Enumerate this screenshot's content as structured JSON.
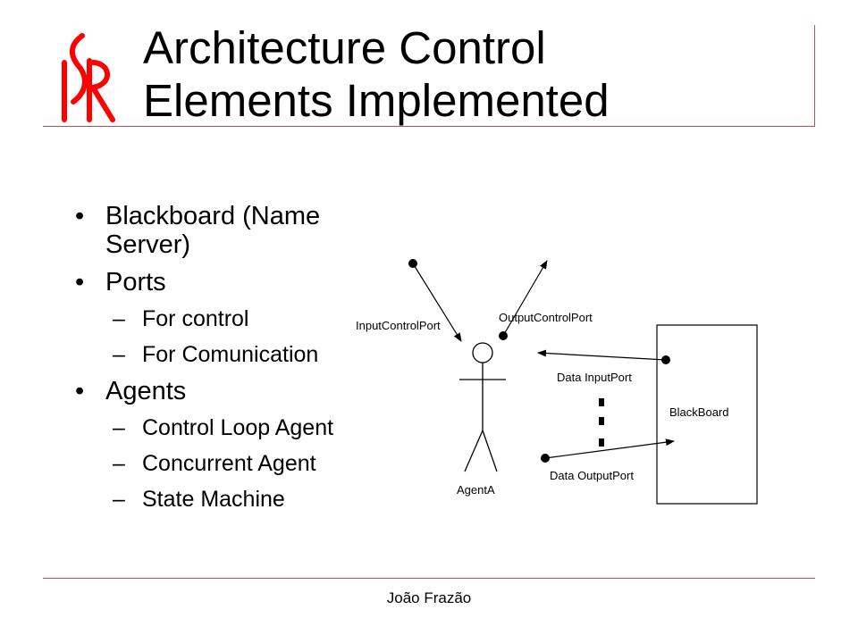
{
  "slide": {
    "title_line1": "Architecture Control",
    "title_line2": "Elements Implemented",
    "logo_text": "ISR",
    "bullets": [
      {
        "text": "Blackboard (Name",
        "text_cont": "Server)"
      },
      {
        "text": "Ports",
        "sub": [
          "For control",
          "For Comunication"
        ]
      },
      {
        "text": "Agents",
        "sub": [
          "Control Loop Agent",
          "Concurrent Agent",
          "State Machine"
        ]
      }
    ],
    "footer": "João Frazão"
  },
  "diagram": {
    "labels": {
      "input_control_port": "InputControlPort",
      "output_control_port": "OutputControlPort",
      "data_input_port": "Data InputPort",
      "data_output_port": "Data OutputPort",
      "blackboard": "BlackBoard",
      "agent": "AgentA"
    }
  },
  "colors": {
    "accent": "#c0504d",
    "logo": "#ff0000"
  },
  "icons": {
    "logo": "isr-logo-icon",
    "bullet": "bullet-dot",
    "sub_bullet": "en-dash"
  }
}
